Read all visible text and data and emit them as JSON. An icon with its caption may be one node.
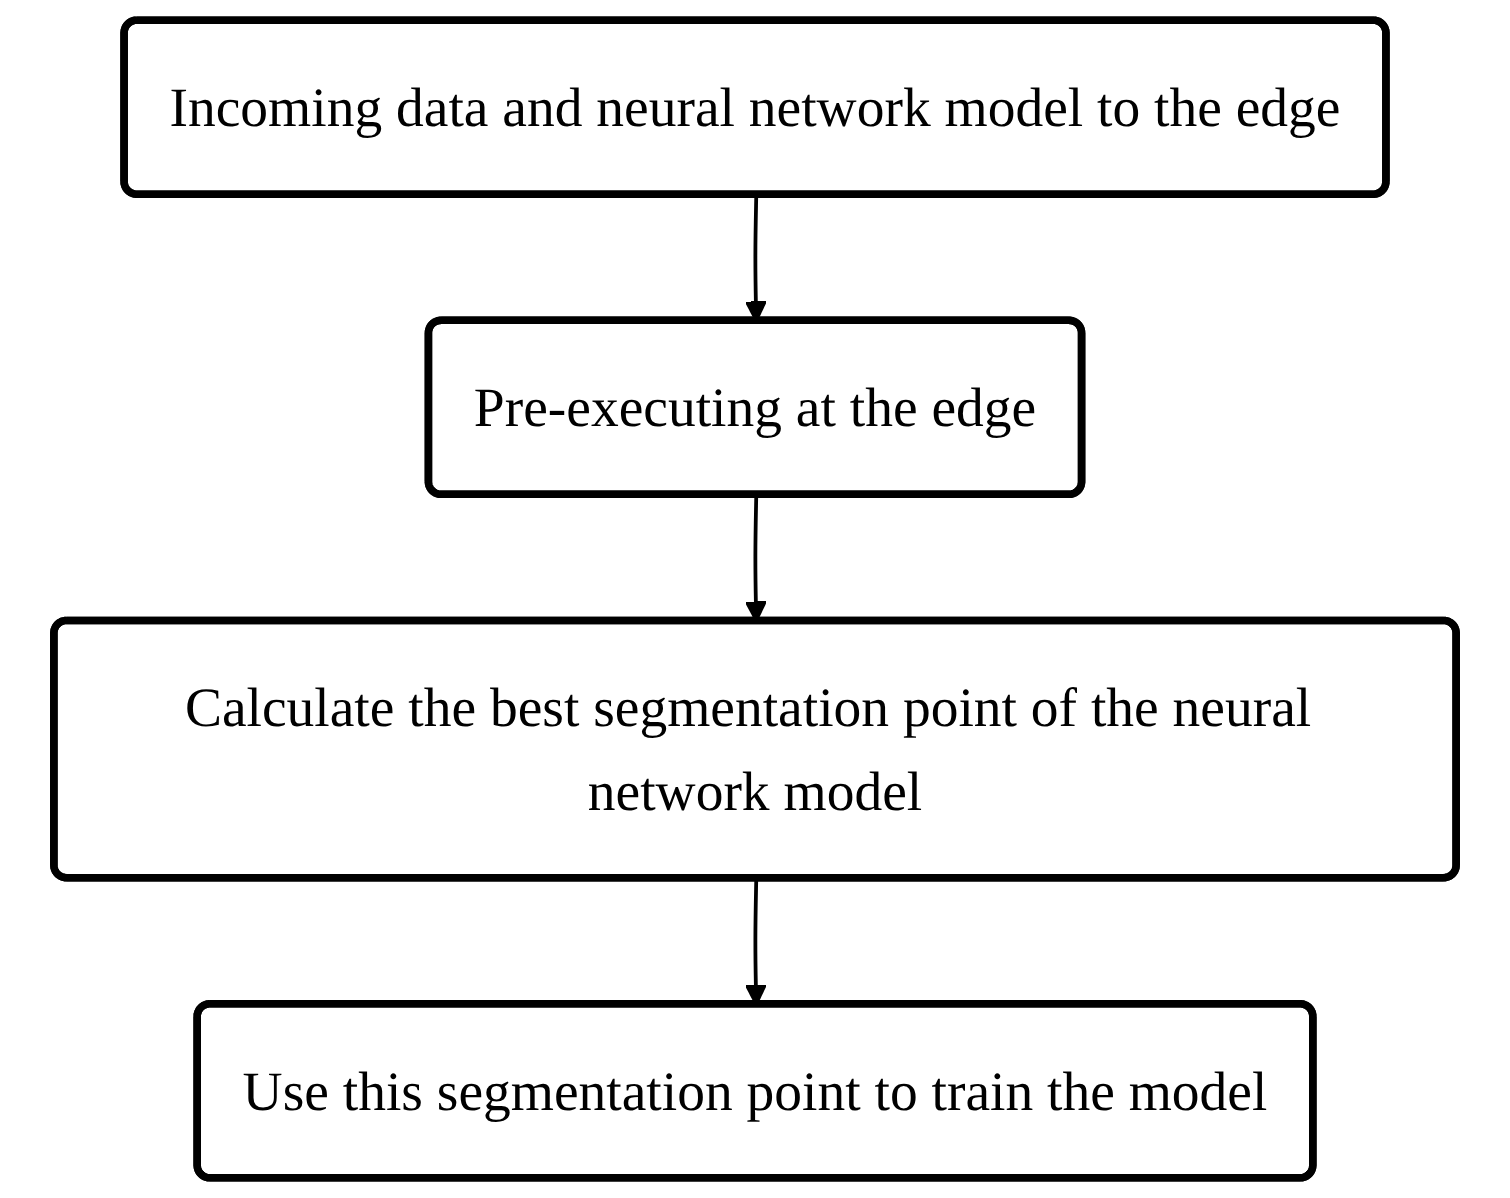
{
  "diagram": {
    "nodes": [
      {
        "text": [
          "Incoming data and neural network model to the edge"
        ]
      },
      {
        "text": [
          "Pre-executing at the edge"
        ]
      },
      {
        "text": [
          "Calculate the best segmentation point of the neural network model"
        ]
      },
      {
        "text": [
          "Use this segmentation point to train the model"
        ]
      }
    ],
    "edges": [
      {
        "from": 0,
        "to": 1,
        "arrow": "to"
      },
      {
        "from": 1,
        "to": 2,
        "arrow": "to"
      },
      {
        "from": 2,
        "to": 3,
        "arrow": "to"
      }
    ]
  }
}
